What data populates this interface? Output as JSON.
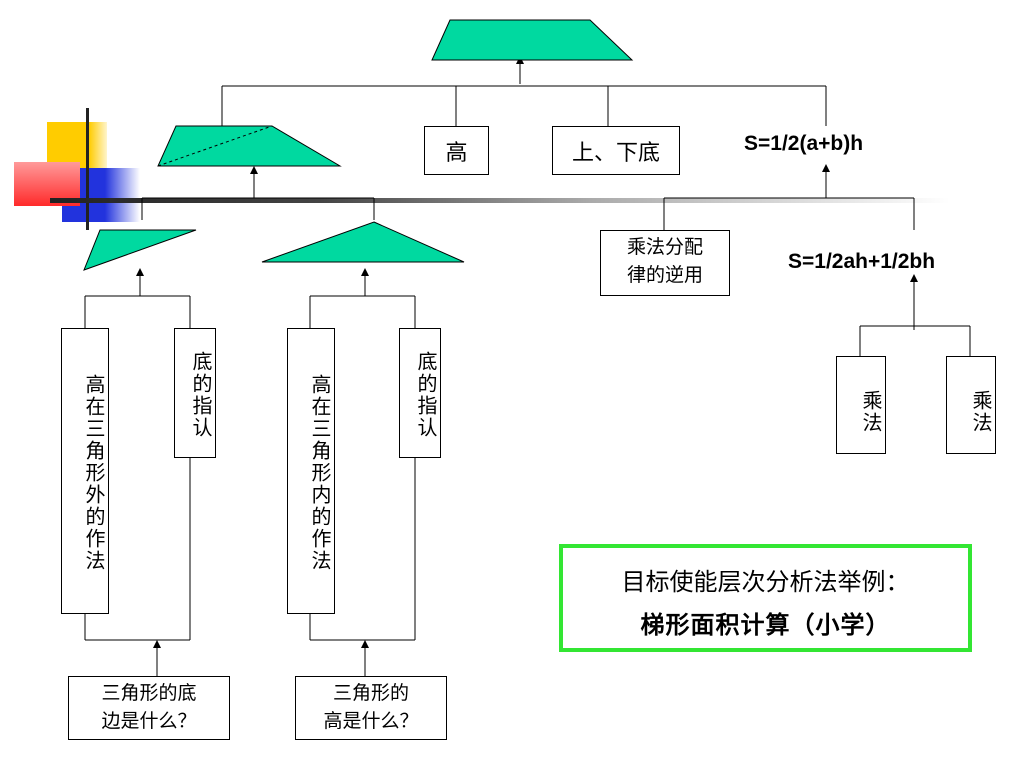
{
  "colors": {
    "shape_fill": "#00d9a0",
    "summary_border": "#33e633",
    "deco_yellow": "#ffcc00",
    "deco_red": "#ff3333",
    "deco_blue": "#2233dd"
  },
  "nodes": {
    "height": "高",
    "bases": "上、下底",
    "formula_main": "S=1/2(a+b)h",
    "formula_expanded": "S=1/2ah+1/2bh",
    "distributive_line1": "乘法分配",
    "distributive_line2": "律的逆用",
    "mult_left": "乘法",
    "mult_right": "乘法",
    "height_outside": "高在三角形外的作法",
    "base_ident_1": "底的指认",
    "height_inside": "高在三角形内的作法",
    "base_ident_2": "底的指认",
    "q_base_line1": "三角形的底",
    "q_base_line2": "边是什么？",
    "q_height_line1": "三角形的",
    "q_height_line2": "高是什么？"
  },
  "summary": {
    "title": "目标使能层次分析法举例：",
    "subtitle": "梯形面积计算（小学）"
  },
  "icons": {
    "shapes": [
      "trapezoid-icon",
      "triangle-icon"
    ]
  }
}
